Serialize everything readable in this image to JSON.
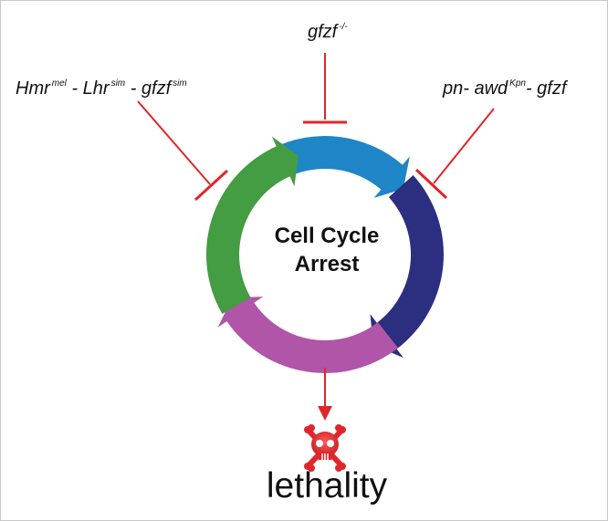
{
  "labels": {
    "top": {
      "name": "gfzf",
      "sup": "-/-"
    },
    "left": {
      "p1": "Hmr",
      "p1_sup": "mel",
      "sep1": "- Lhr",
      "p2_sup": "sim",
      "sep2": "- gfzf",
      "p3_sup": "sim"
    },
    "right": {
      "p1": "pn- awd",
      "p1_sup": "Kpn",
      "p2": "- gfzf"
    }
  },
  "center": {
    "line1": "Cell Cycle",
    "line2": "Arrest"
  },
  "outcome": "lethality",
  "colors": {
    "inhibitor": "#e0262a",
    "arrow_green": "#449c43",
    "arrow_blue": "#1e86c6",
    "arrow_navy": "#2c2f80",
    "arrow_purple": "#b055a8",
    "skull": "#e0262a"
  },
  "icons": {
    "skull": "skull-crossbones-icon"
  }
}
